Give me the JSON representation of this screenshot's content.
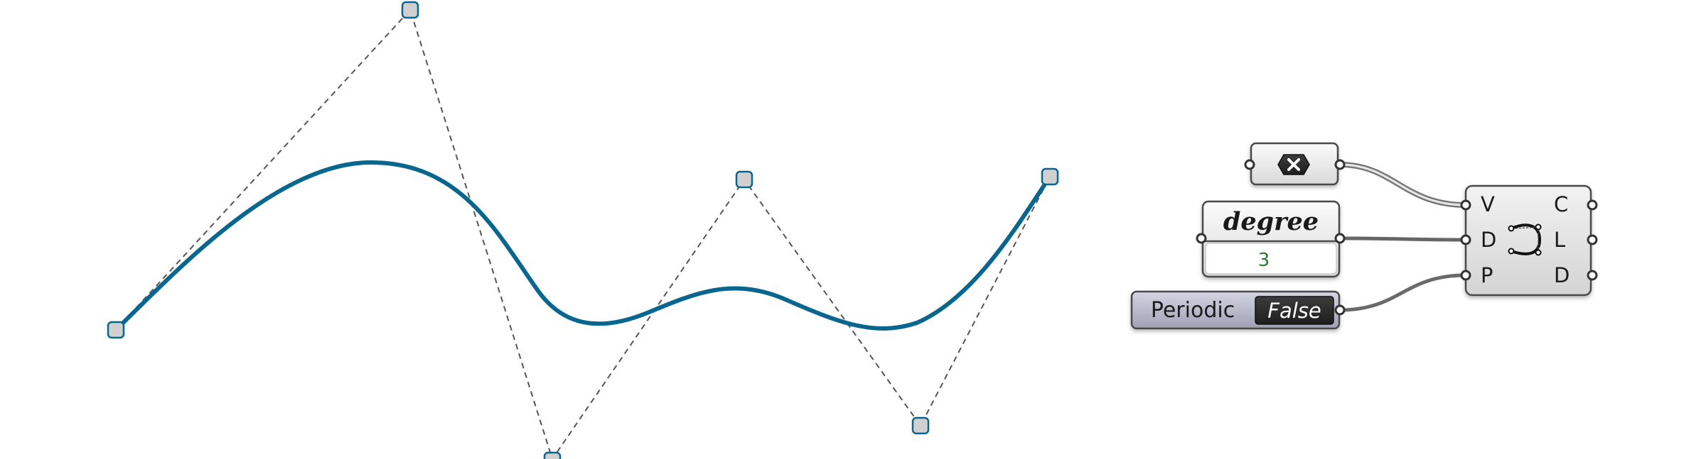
{
  "curve": {
    "color": "#08668f"
  },
  "nodes": {
    "degree": {
      "title": "degree",
      "value": "3"
    },
    "periodic": {
      "label": "Periodic",
      "value": "False"
    },
    "points": {
      "icon": "points-hex-icon"
    },
    "component": {
      "icon": "nurbs-curve-icon",
      "inputs": [
        "V",
        "D",
        "P"
      ],
      "outputs": [
        "C",
        "L",
        "D"
      ]
    }
  }
}
